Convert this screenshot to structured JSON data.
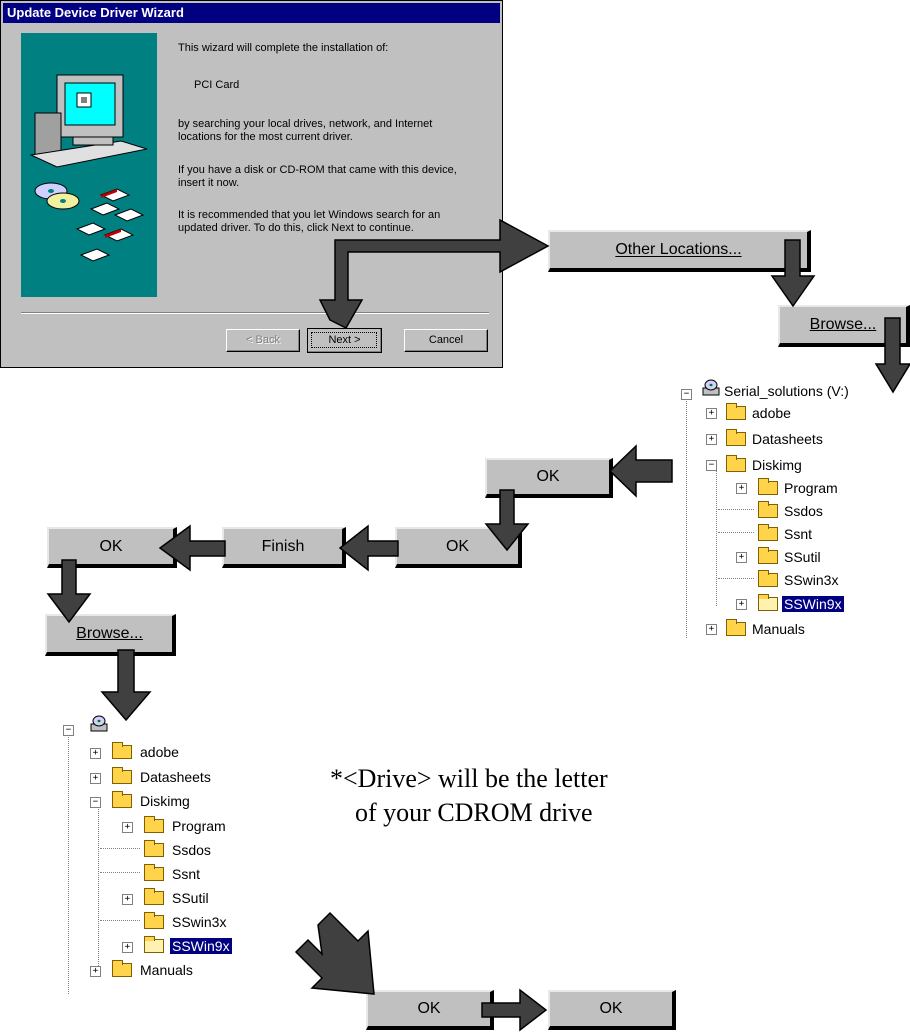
{
  "dialog": {
    "title": "Update Device Driver Wizard",
    "text1": "This wizard will complete the installation of:",
    "device": "PCI Card",
    "text2a": "by searching your local drives, network, and Internet",
    "text2b": "locations for the most current driver.",
    "text3a": "If you have a disk or CD-ROM that came with this device,",
    "text3b": "insert it now.",
    "text4a": "It is recommended that you let Windows search for an",
    "text4b": "updated driver. To do this, click Next to continue.",
    "back_label": "< Back",
    "next_label": "Next >",
    "cancel_label": "Cancel"
  },
  "steps": {
    "other_locations": "Other Locations...",
    "browse1": "Browse...",
    "ok1": "OK",
    "ok2": "OK",
    "finish": "Finish",
    "ok3": "OK",
    "browse2": "Browse...",
    "ok4": "OK",
    "ok5": "OK"
  },
  "tree1": {
    "root": "Serial_solutions (V:)",
    "items": [
      "adobe",
      "Datasheets",
      "Diskimg",
      "Program",
      "Ssdos",
      "Ssnt",
      "SSutil",
      "SSwin3x",
      "SSWin9x",
      "Manuals"
    ]
  },
  "tree2": {
    "items": [
      "adobe",
      "Datasheets",
      "Diskimg",
      "Program",
      "Ssdos",
      "Ssnt",
      "SSutil",
      "SSwin3x",
      "SSWin9x",
      "Manuals"
    ]
  },
  "note": {
    "line1": "*<Drive> will be the letter",
    "line2": "of your CDROM drive"
  },
  "colors": {
    "titlebar": "#000080",
    "teal": "#008080",
    "arrow": "#404040",
    "button_face": "#c0c0c0"
  }
}
